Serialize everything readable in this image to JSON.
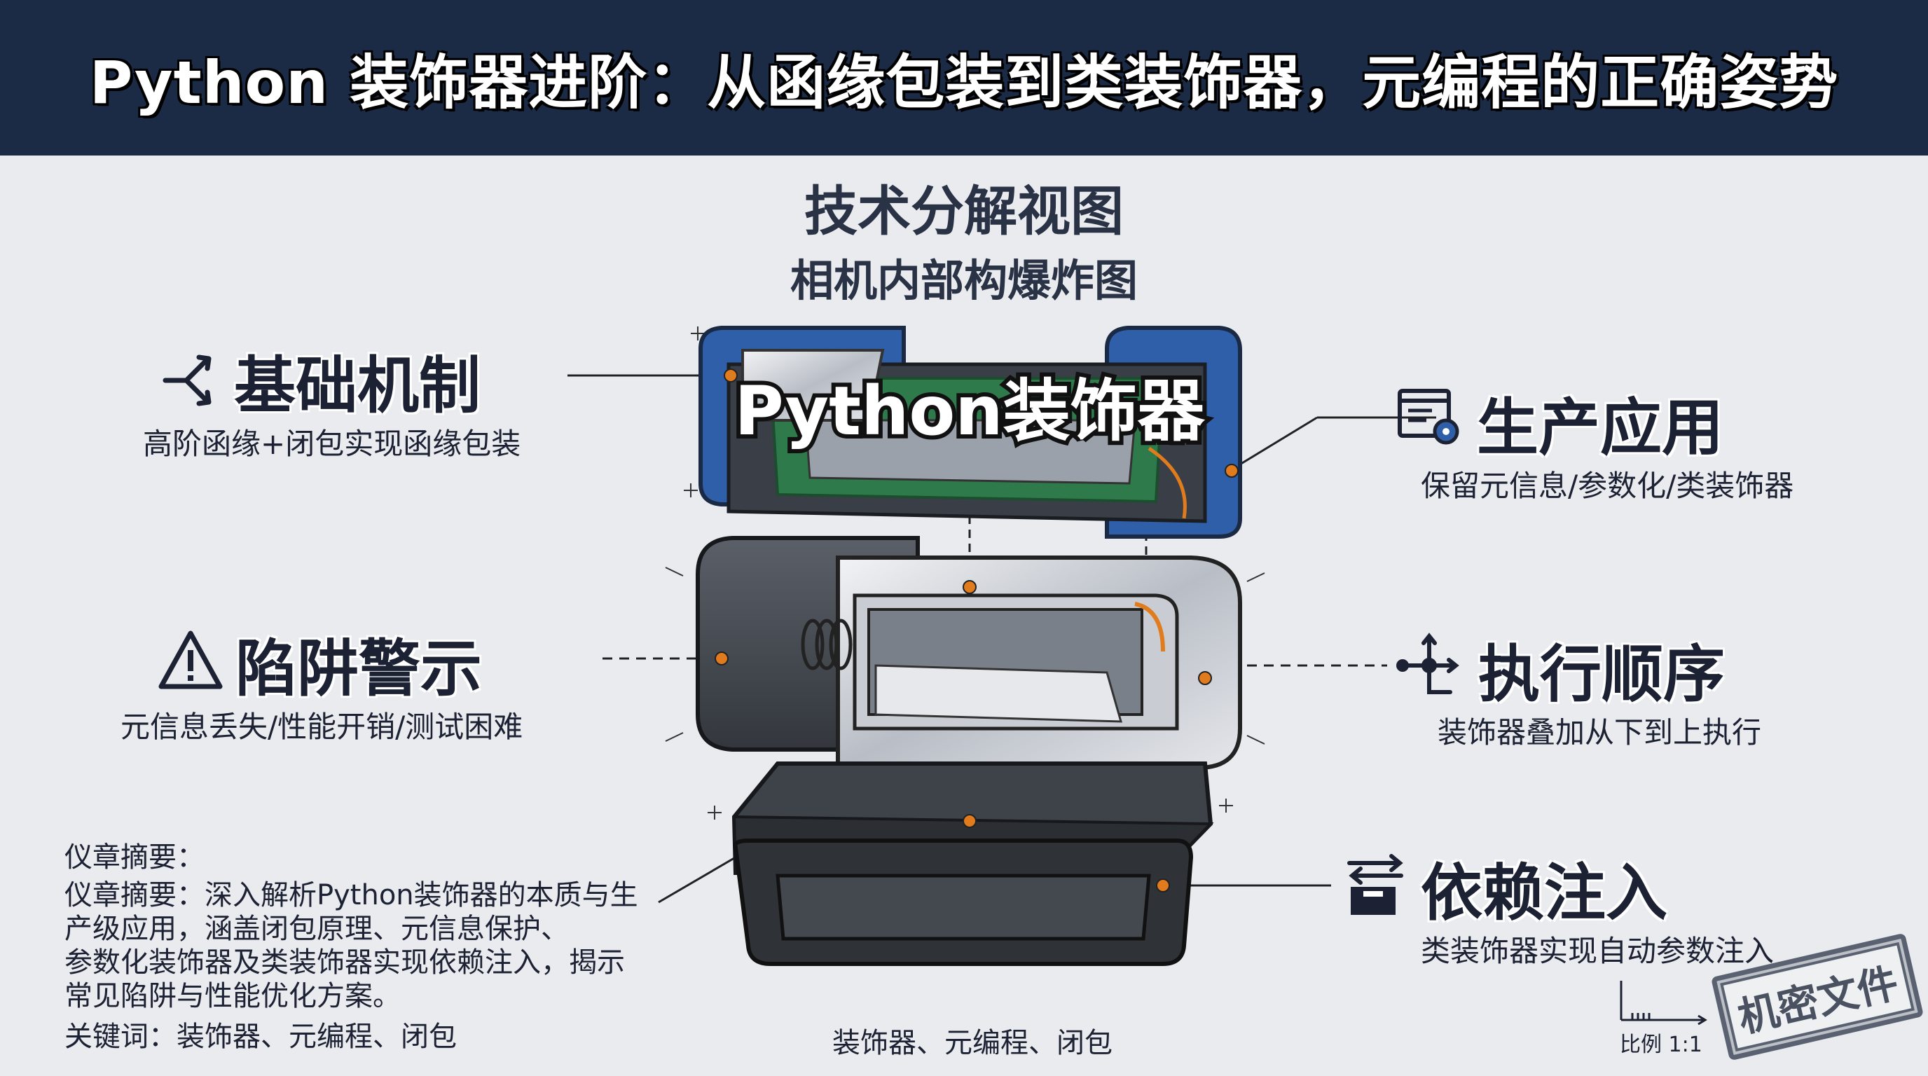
{
  "header": {
    "title": "Python 装饰器进阶：从函缘包装到类装饰器，元编程的正确姿势"
  },
  "diagram": {
    "title": "技术分解视图",
    "subtitle": "相机内部构爆炸图",
    "center_label": "Python装饰器"
  },
  "sections": {
    "basic": {
      "title": "基础机制",
      "desc": "高阶函缘+闭包实现函缘包装",
      "icon": "share-branch-icon"
    },
    "pitfall": {
      "title": "陷阱警示",
      "desc": "元信息丢失/性能开销/测试困难",
      "icon": "warning-triangle-icon"
    },
    "production": {
      "title": "生产应用",
      "desc": "保留元信息/参数化/类装饰器",
      "icon": "settings-window-icon"
    },
    "order": {
      "title": "执行顺序",
      "desc": "装饰器叠加从下到上执行",
      "icon": "flow-order-icon"
    },
    "injection": {
      "title": "依赖注入",
      "desc": "类装饰器实现自动参数注入",
      "icon": "inject-box-icon"
    }
  },
  "summary": {
    "heading": "仪章摘要：",
    "lines": [
      "仪章摘要：深入解析Python装饰器的本质与生",
      "产级应用，涵盖闭包原理、元信息保护、",
      "参数化装饰器及类装饰器实现依赖注入，揭示",
      "常见陷阱与性能优化方案。"
    ],
    "keywords": "关键词：装饰器、元编程、闭包"
  },
  "footer": {
    "caption": "装饰器、元编程、闭包",
    "scale": "比例 1:1",
    "stamp": "机密文件"
  },
  "colors": {
    "header_bg": "#1b2a45",
    "accent_orange": "#e07b1e",
    "blue_shell": "#2f5fa8"
  }
}
